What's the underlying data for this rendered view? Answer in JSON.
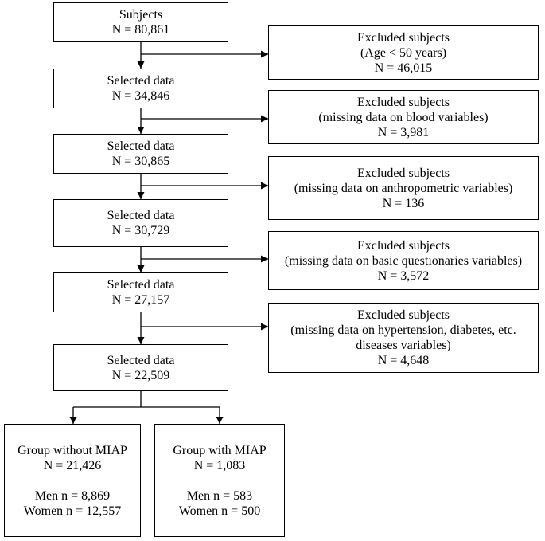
{
  "subjects": {
    "title": "Subjects",
    "n": "N = 80,861"
  },
  "selected": [
    {
      "title": "Selected data",
      "n": "N = 34,846"
    },
    {
      "title": "Selected data",
      "n": "N = 30,865"
    },
    {
      "title": "Selected data",
      "n": "N = 30,729"
    },
    {
      "title": "Selected data",
      "n": "N = 27,157"
    },
    {
      "title": "Selected data",
      "n": "N = 22,509"
    }
  ],
  "excluded": [
    {
      "title": "Excluded subjects",
      "reason": "(Age < 50 years)",
      "n": "N = 46,015"
    },
    {
      "title": "Excluded subjects",
      "reason": "(missing data on blood variables)",
      "n": "N = 3,981"
    },
    {
      "title": "Excluded subjects",
      "reason": "(missing data on anthropometric variables)",
      "n": "N = 136"
    },
    {
      "title": "Excluded subjects",
      "reason": "(missing data on basic questionaries variables)",
      "n": "N = 3,572"
    },
    {
      "title": "Excluded subjects",
      "reason": "(missing data on hypertension, diabetes, etc.",
      "reason2": "diseases variables)",
      "n": "N = 4,648"
    }
  ],
  "groups": [
    {
      "title": "Group without MIAP",
      "n": "N = 21,426",
      "men": "Men n = 8,869",
      "women": "Women n = 12,557"
    },
    {
      "title": "Group with MIAP",
      "n": "N = 1,083",
      "men": "Men n = 583",
      "women": "Women n = 500"
    }
  ]
}
